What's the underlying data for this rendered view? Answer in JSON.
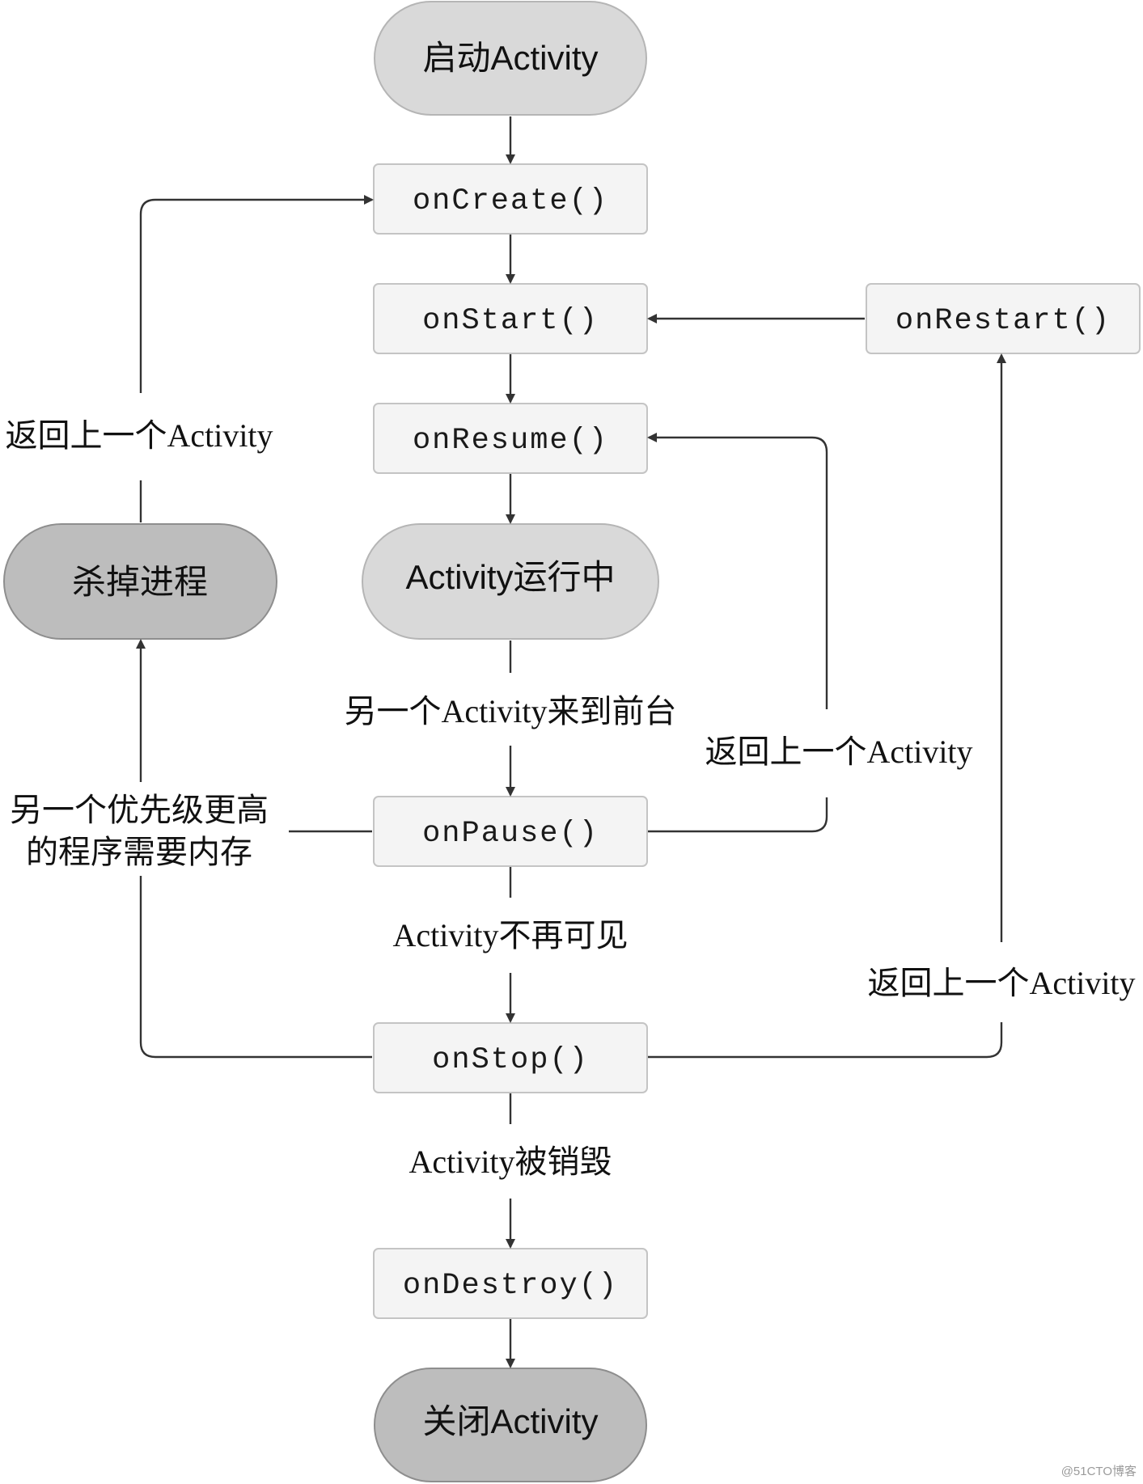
{
  "nodes": {
    "start": "启动Activity",
    "on_create": "onCreate()",
    "on_start": "onStart()",
    "on_restart": "onRestart()",
    "on_resume": "onResume()",
    "running": "Activity运行中",
    "kill_process": "杀掉进程",
    "on_pause": "onPause()",
    "on_stop": "onStop()",
    "on_destroy": "onDestroy()",
    "end": "关闭Activity"
  },
  "labels": {
    "back_to_create": "返回上一个Activity",
    "another_foreground": "另一个Activity来到前台",
    "back_to_resume": "返回上一个Activity",
    "higher_priority_line1": "另一个优先级更高",
    "higher_priority_line2": "的程序需要内存",
    "not_visible": "Activity不再可见",
    "back_to_restart": "返回上一个Activity",
    "destroyed": "Activity被销毁"
  },
  "watermark": "@51CTO博客"
}
